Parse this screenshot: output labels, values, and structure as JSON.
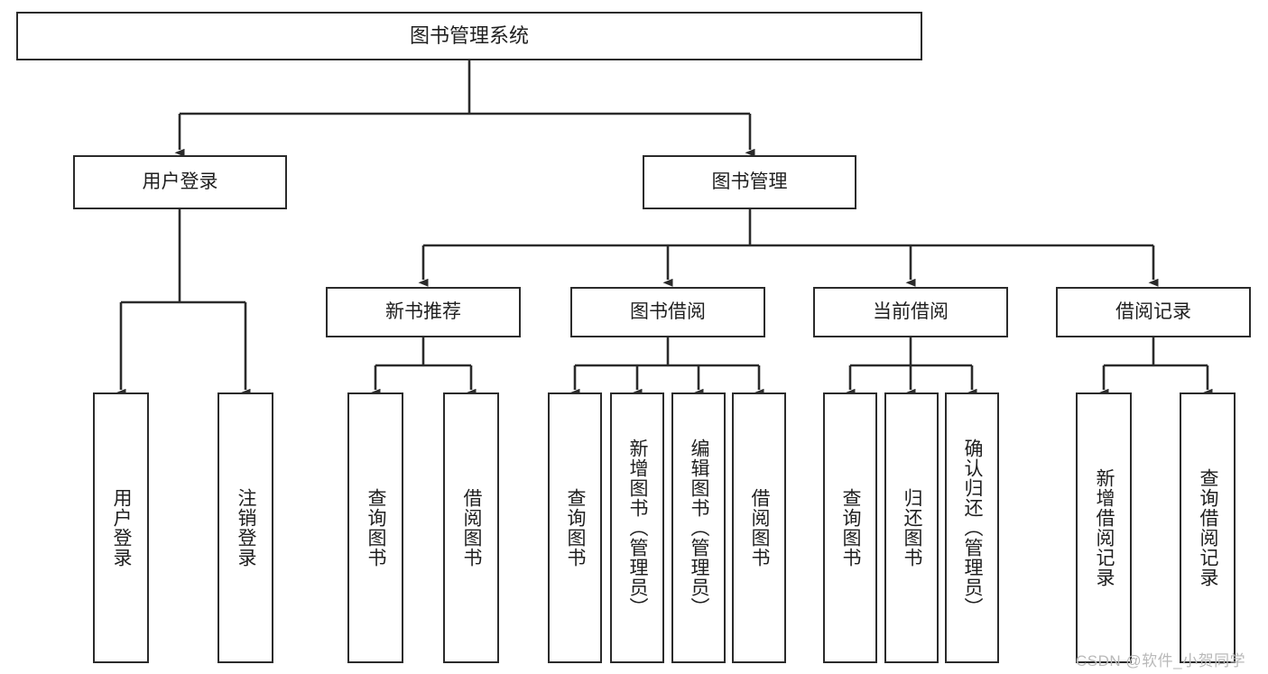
{
  "diagram": {
    "type": "tree-hierarchy",
    "title": "图书管理系统",
    "orientation": "top-down",
    "colors": {
      "box_border": "#2b2b2b",
      "box_fill": "#ffffff",
      "edge": "#2b2b2b",
      "text": "#1f1f1f",
      "watermark": "#b9b9b9",
      "background": "#ffffff"
    }
  },
  "watermark": {
    "text": "CSDN @软件_小贺同学"
  },
  "nodes": {
    "root": {
      "label": "图书管理系统"
    },
    "level1": [
      {
        "id": "user-login",
        "label": "用户登录"
      },
      {
        "id": "book-manage",
        "label": "图书管理"
      }
    ],
    "level2": [
      {
        "id": "new-book-recommend",
        "label": "新书推荐",
        "parent": "book-manage"
      },
      {
        "id": "book-borrow",
        "label": "图书借阅",
        "parent": "book-manage"
      },
      {
        "id": "current-borrow",
        "label": "当前借阅",
        "parent": "book-manage"
      },
      {
        "id": "borrow-record",
        "label": "借阅记录",
        "parent": "book-manage"
      }
    ],
    "leaves": [
      {
        "id": "leaf-user-login",
        "label": "用户登录",
        "parent": "user-login"
      },
      {
        "id": "leaf-logout-login",
        "label": "注销登录",
        "parent": "user-login"
      },
      {
        "id": "leaf-query-book-1",
        "label": "查询图书",
        "parent": "new-book-recommend"
      },
      {
        "id": "leaf-borrow-book-1",
        "label": "借阅图书",
        "parent": "new-book-recommend"
      },
      {
        "id": "leaf-query-book-2",
        "label": "查询图书",
        "parent": "book-borrow"
      },
      {
        "id": "leaf-add-book",
        "label": "新增图书（管理员）",
        "parent": "book-borrow"
      },
      {
        "id": "leaf-edit-book",
        "label": "编辑图书（管理员）",
        "parent": "book-borrow"
      },
      {
        "id": "leaf-borrow-book-2",
        "label": "借阅图书",
        "parent": "book-borrow"
      },
      {
        "id": "leaf-query-book-3",
        "label": "查询图书",
        "parent": "current-borrow"
      },
      {
        "id": "leaf-return-book",
        "label": "归还图书",
        "parent": "current-borrow"
      },
      {
        "id": "leaf-confirm-return",
        "label": "确认归还（管理员）",
        "parent": "current-borrow"
      },
      {
        "id": "leaf-add-record",
        "label": "新增借阅记录",
        "parent": "borrow-record"
      },
      {
        "id": "leaf-query-record",
        "label": "查询借阅记录",
        "parent": "borrow-record"
      }
    ]
  }
}
